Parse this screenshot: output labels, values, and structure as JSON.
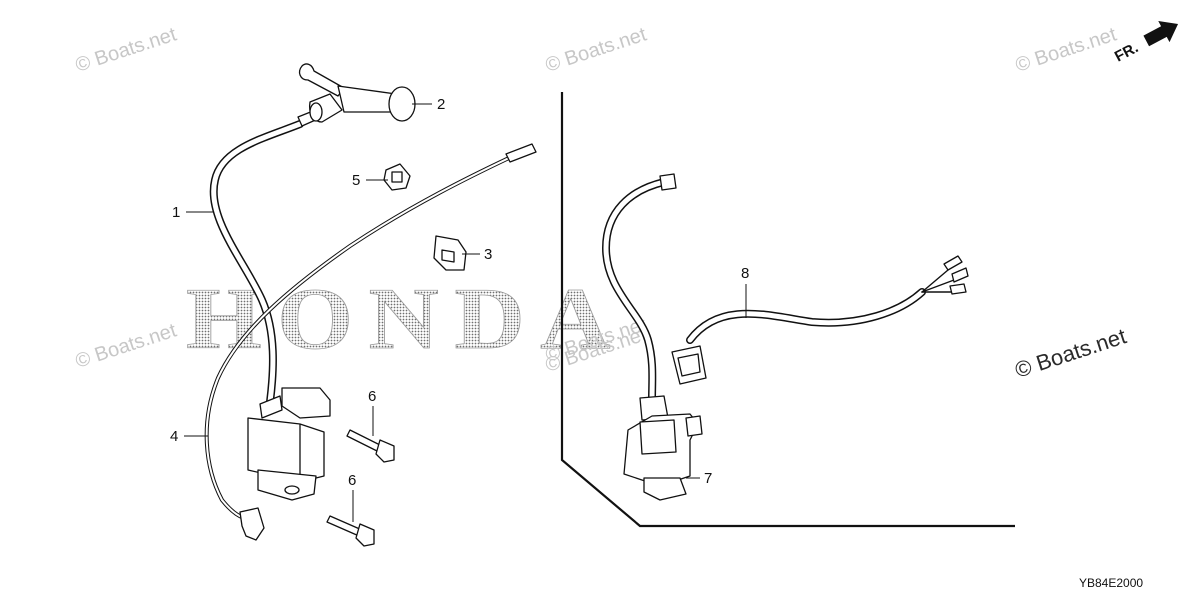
{
  "diagram": {
    "watermarks": [
      "© Boats.net",
      "© Boats.net",
      "© Boats.net",
      "© Boats.net",
      "© Boats.net",
      "© Boats.net",
      "© Boats.net"
    ],
    "brand_logo": "HONDA",
    "direction_marker": "FR.",
    "diagram_code": "YB84E2000",
    "callouts": [
      {
        "number": "1"
      },
      {
        "number": "2"
      },
      {
        "number": "3"
      },
      {
        "number": "4"
      },
      {
        "number": "5"
      },
      {
        "number": "6"
      },
      {
        "number": "6"
      },
      {
        "number": "7"
      },
      {
        "number": "8"
      }
    ]
  }
}
